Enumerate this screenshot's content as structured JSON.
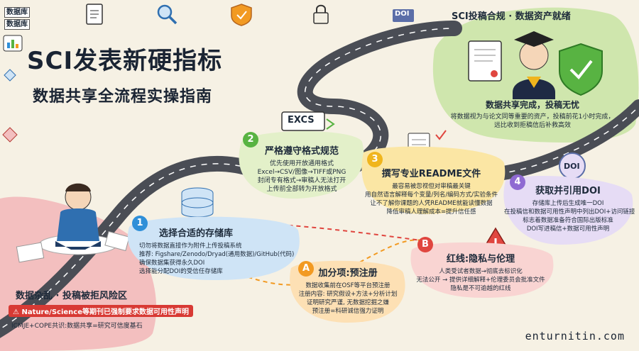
{
  "stickers": [
    "数据库",
    "数据库"
  ],
  "doi_icon_label": "DOI",
  "title_main": "SCI发表新硬指标",
  "title_sub": "数据共享全流程实操指南",
  "top_right": {
    "heading": "SCI投稿合规 · 数据资产就绪",
    "sub_heading": "数据共享完成，投稿无忧",
    "lines": [
      "将数据视为与论文同等重要的资产，投稿前花1小时完成，",
      "远比收到拒稿信后补救高效"
    ]
  },
  "step2": {
    "num": "2",
    "icon_label": "EXCS",
    "heading": "严格遵守格式规范",
    "lines": [
      "优先使用开放通用格式",
      "Excel→CSV/图像→TIFF或PNG",
      "封闭专有格式→审稿人无法打开",
      "上传前全部转为开放格式"
    ]
  },
  "step3": {
    "num": "3",
    "heading": "撰写专业README文件",
    "lines": [
      "最容易被忽视但对审稿最关键",
      "用自然语言解释每个变量/列名/编码方式/实验条件",
      "让不了解你课题的人凭README就能读懂数据",
      "降低审稿人理解成本=提升信任感"
    ]
  },
  "step4": {
    "num": "4",
    "icon_label": "DOI",
    "heading": "获取并引用DOI",
    "lines": [
      "存储库上传后生成唯一DOI",
      "在投稿信和数据可用性声明中列出DOI+访问链接",
      "标志着数据准备符合国际出版标准",
      "DOI写进稿信+数据可用性声明"
    ]
  },
  "step1": {
    "num": "1",
    "heading": "选择合适的存储库",
    "lines": [
      "切勿将数据直接作为附件上传投稿系统",
      "推荐: Figshare/Zenodo/Dryad(通用数据)/GitHub(代码)",
      "确保数据集获得永久DOI",
      "选择能分配DOI的受信任存储库"
    ]
  },
  "stepB": {
    "num": "B",
    "heading": "红线:隐私与伦理",
    "lines": [
      "人类受试者数据→彻底去标识化",
      "无法公开 → 提供详细解释+伦理委员会批准文件",
      "隐私是不可逾越的红线"
    ]
  },
  "stepA": {
    "num": "A",
    "heading": "加分项:预注册",
    "lines": [
      "数据收集前在OSF等平台预注册",
      "注册内容: 研究假设+方法+分析计划",
      "证明研究严谨, 无数据挖掘之嫌",
      "预注册=科研诚信强力证明"
    ]
  },
  "bottom_left": {
    "heading": "数据杂乱 · 投稿被拒风险区",
    "warning": "Nature/Science等期刊已强制要求数据可用性声明",
    "note": "ICMJE+COPE共识:数据共享=研究可信度基石"
  },
  "brand": "enturnitin.com",
  "colors": {
    "road": "#4a4d55",
    "green_zone": "#cfe6ad",
    "red_zone": "#f3bfbf",
    "blue_card": "#cfe4f6",
    "green_card": "#e3f0c9",
    "yellow_card": "#fbe6a4",
    "purple_card": "#e6dcf5",
    "orange_card": "#fde0b4",
    "pink_card": "#f9d4d2"
  }
}
